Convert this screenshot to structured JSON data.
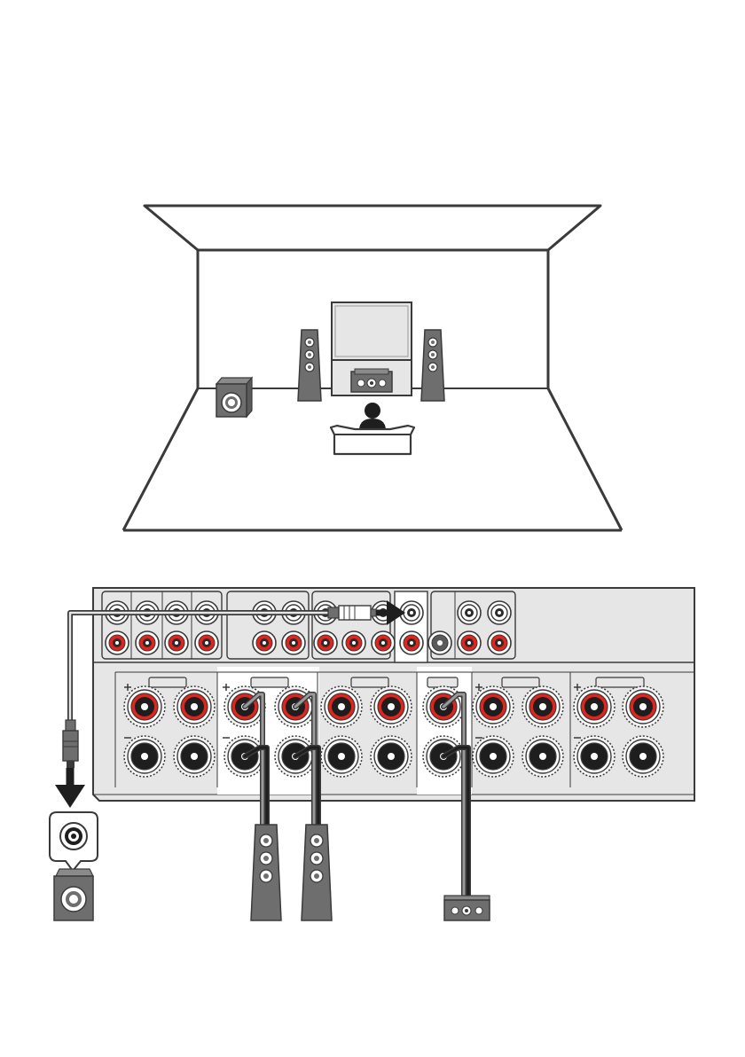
{
  "diagram": {
    "type": "speaker-connection-diagram",
    "room_layout": {
      "speakers": [
        "front-left",
        "front-right",
        "center",
        "subwoofer"
      ],
      "listener": "seated-listener"
    },
    "receiver_panel": {
      "connections": [
        {
          "from": "subwoofer-pre-out",
          "to": "subwoofer",
          "cable": "audio-pin-cable"
        },
        {
          "from": "front-terminals",
          "to": "front-speakers",
          "cable": "speaker-cable"
        },
        {
          "from": "center-terminals",
          "to": "center-speaker",
          "cable": "speaker-cable"
        }
      ]
    },
    "colors": {
      "line": "#3a3a3a",
      "panel_fill": "#e6e6e6",
      "speaker_fill": "#6e6e6e",
      "terminal_red": "#e3231c",
      "highlight": "#ffffff"
    },
    "icons": [
      "room-outline",
      "tv-screen",
      "floor-speaker",
      "center-speaker",
      "subwoofer",
      "listener",
      "sofa",
      "rca-plug",
      "arrow",
      "speaker-terminal"
    ]
  }
}
